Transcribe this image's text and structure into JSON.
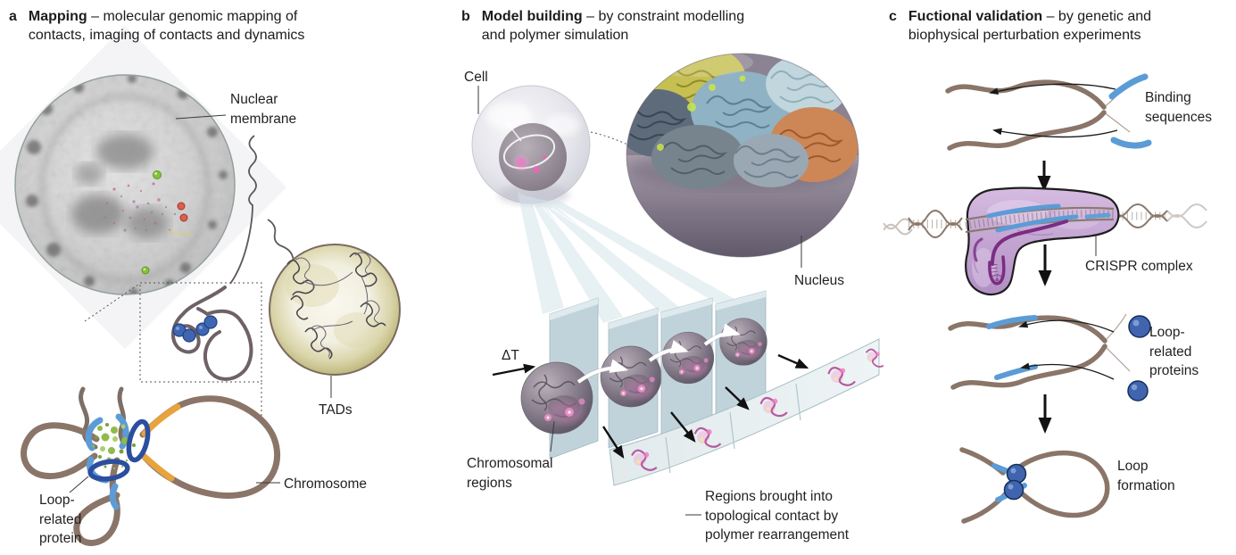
{
  "panel_a": {
    "letter": "a",
    "title_bold": "Mapping",
    "title_rest": " – molecular genomic mapping of contacts, imaging of contacts and dynamics",
    "labels": {
      "nuclear_membrane": "Nuclear membrane",
      "tads": "TADs",
      "loop_related_protein": "Loop-related protein",
      "chromosome": "Chromosome"
    }
  },
  "panel_b": {
    "letter": "b",
    "title_bold": "Model building",
    "title_rest": " – by constraint modelling and polymer simulation",
    "labels": {
      "cell": "Cell",
      "nucleus": "Nucleus",
      "delta_t": "ΔT",
      "chromosomal_regions": "Chromosomal regions",
      "regions_caption": "Regions brought into topological contact by polymer rearrangement"
    }
  },
  "panel_c": {
    "letter": "c",
    "title_bold": "Fuctional validation",
    "title_rest": " – by genetic and biophysical perturbation experiments",
    "labels": {
      "binding_sequences": "Binding sequences",
      "crispr_complex": "CRISPR complex",
      "loop_related_proteins": "Loop-related proteins",
      "loop_formation": "Loop formation"
    }
  },
  "colors": {
    "chromatin_strand": "#8a7568",
    "binding_sequence_blue": "#5b9cd6",
    "boundary_orange": "#e8a33d",
    "loop_protein_navy": "#2b4f9e",
    "loop_protein_dot": "#4064ae",
    "condensate_green": "#8fbb4b",
    "tads_olive": "#b0a867",
    "chromosomal_region_pink": "#e884c4",
    "crispr_purple": "#b694c6",
    "guide_rna_purple": "#7b2d82",
    "slice_blue": "#b9ced5"
  }
}
